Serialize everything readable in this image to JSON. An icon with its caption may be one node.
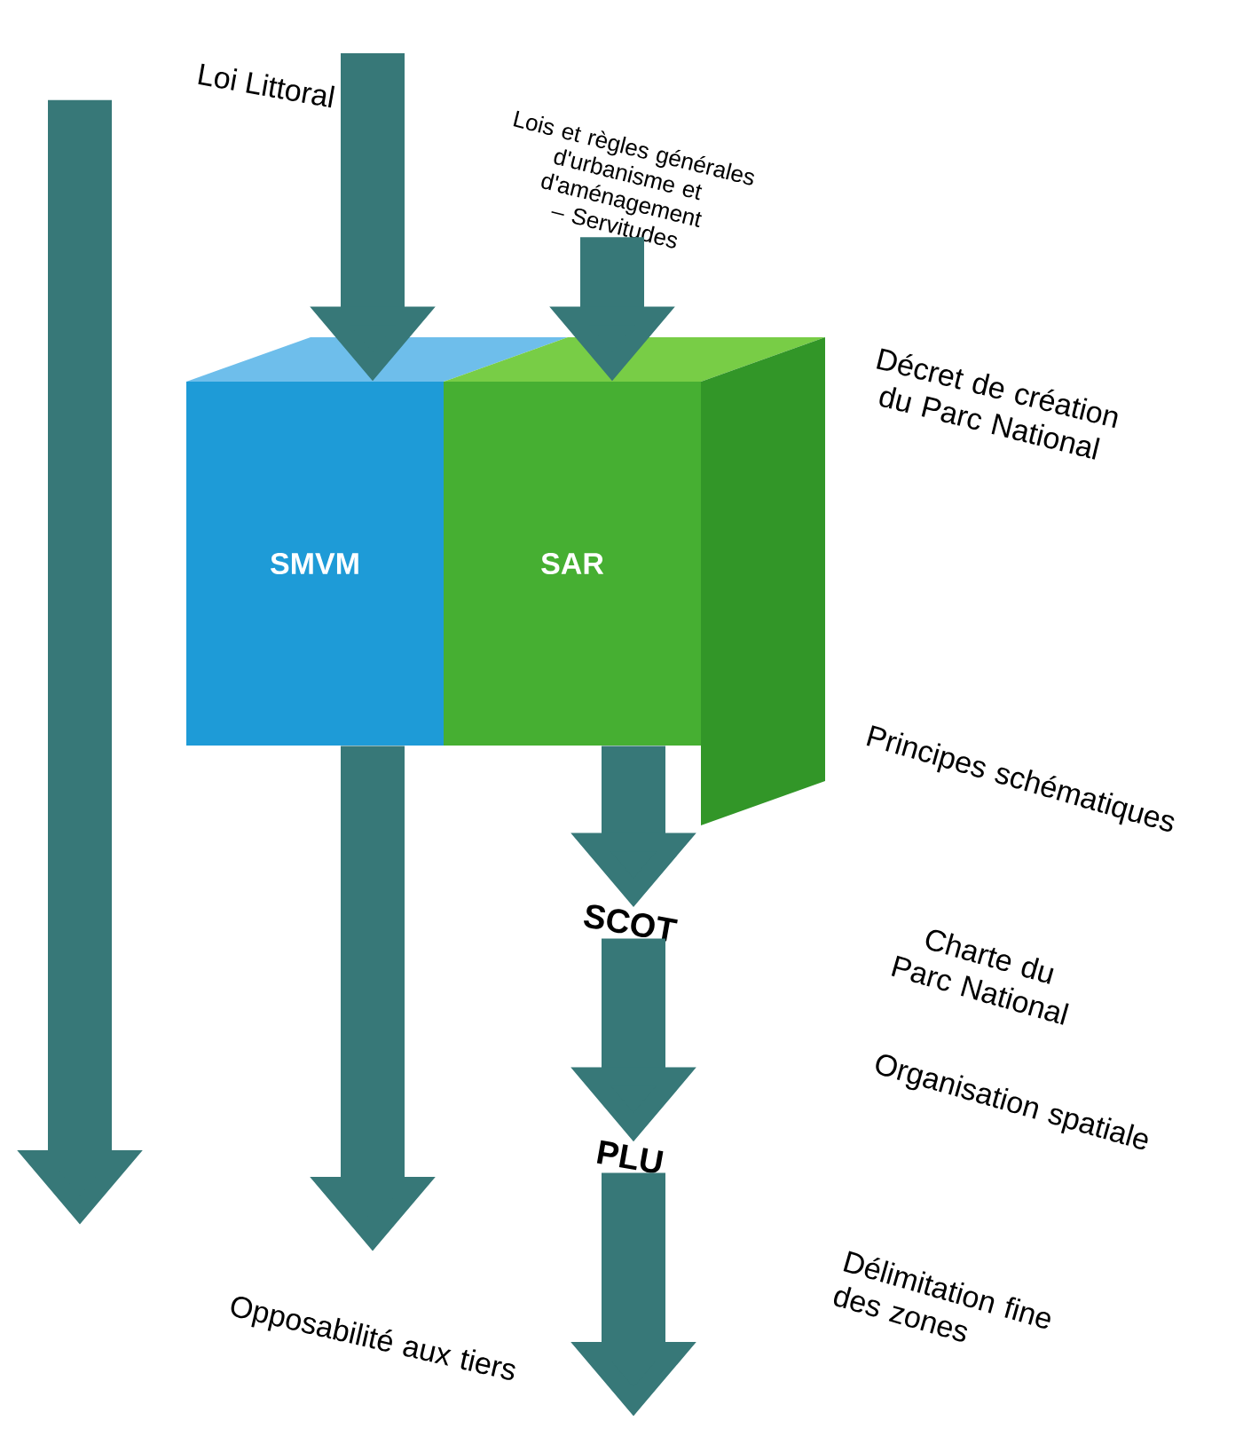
{
  "diagram": {
    "nodes": [
      {
        "text": [
          "Loi Littoral"
        ]
      },
      {
        "text": [
          "Lois et règles générales d'urbanisme et d'aménagement – Servitudes"
        ]
      },
      {
        "text": [
          "SMVM"
        ]
      },
      {
        "text": [
          "SAR"
        ]
      },
      {
        "text": [
          "SCOT"
        ]
      },
      {
        "text": [
          "PLU"
        ]
      }
    ],
    "edges": [
      {
        "from": 0,
        "to": null,
        "arrow": "to"
      },
      {
        "from": null,
        "to": 2,
        "arrow": "to"
      },
      {
        "from": 1,
        "to": 3,
        "arrow": "to"
      },
      {
        "from": 2,
        "to": null,
        "arrow": "to"
      },
      {
        "from": 3,
        "to": 4,
        "arrow": "to"
      },
      {
        "from": 4,
        "to": 5,
        "arrow": "to"
      },
      {
        "from": 5,
        "to": null,
        "arrow": "to"
      }
    ],
    "labels": [
      "Décret de création du Parc National",
      "Principes schématiques",
      "Charte du Parc National",
      "Organisation spatiale",
      "Délimitation fine des zones",
      "Opposabilité aux tiers"
    ]
  }
}
